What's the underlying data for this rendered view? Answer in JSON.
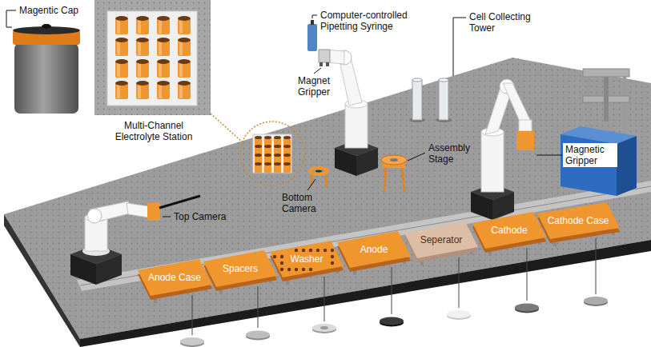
{
  "diagram": {
    "nodes": [
      {
        "text": [
          "Anode Case"
        ]
      },
      {
        "text": [
          "Spacers"
        ]
      },
      {
        "text": [
          "Washer"
        ]
      },
      {
        "text": [
          "Anode"
        ]
      },
      {
        "text": [
          "Seperator"
        ]
      },
      {
        "text": [
          "Cathode"
        ]
      },
      {
        "text": [
          "Cathode Case"
        ]
      }
    ],
    "labels": [
      "Magentic Cap",
      "Multi-Channel Electrolyte Station",
      "Computer-controlled Pipetting Syringe",
      "Cell Collecting Tower",
      "Magnet Gripper",
      "Assembly Stage",
      "Magnetic Gripper",
      "Bottom Camera",
      "Top Camera"
    ]
  }
}
